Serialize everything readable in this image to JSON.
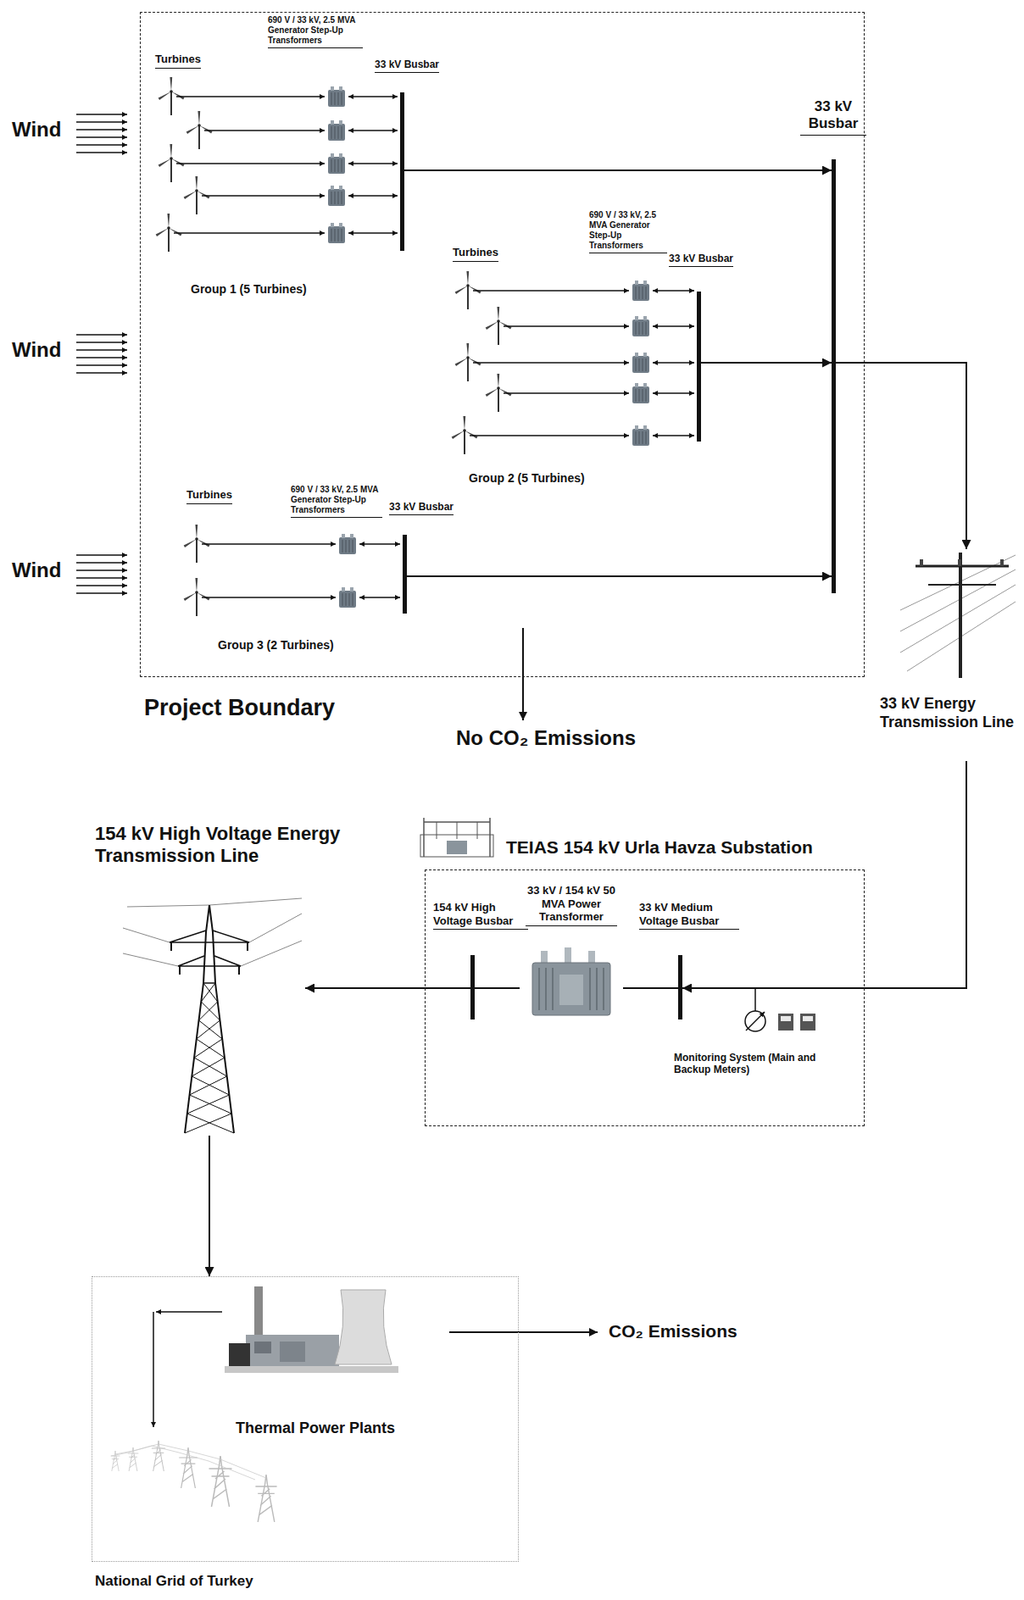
{
  "diagram": {
    "nodes": [
      {
        "text": [
          "Project Boundary"
        ]
      },
      {
        "text": [
          "33 kV Busbar"
        ],
        "in": 0
      },
      {
        "text": [
          "33 kV Busbar"
        ],
        "in": 0
      },
      {
        "text": [
          "33 kV Busbar"
        ],
        "in": 0
      },
      {
        "text": [
          "33 kV Busbar"
        ],
        "in": 0
      },
      {
        "text": [
          "33 kV Energy Transmission Line"
        ]
      },
      {
        "text": [
          "TEIAS 154 kV Urla Havza Substation"
        ]
      },
      {
        "text": [
          "154 kV High Voltage Busbar"
        ],
        "in": 6
      },
      {
        "text": [
          "33 kV / 154 kV 50 MVA Power Transformer"
        ],
        "in": 6
      },
      {
        "text": [
          "33 kV Medium Voltage Busbar"
        ],
        "in": 6
      },
      {
        "text": [
          "Monitoring System (Main and Backup Meters)"
        ],
        "in": 6
      },
      {
        "text": [
          "154 kV High Voltage Energy Transmission Line"
        ]
      },
      {
        "text": [
          "National Grid of Turkey"
        ]
      },
      {
        "text": [
          "Thermal Power Plants"
        ],
        "in": 12
      }
    ],
    "edges": [
      {
        "from": 1,
        "to": 2,
        "arrow": "to"
      },
      {
        "from": 3,
        "to": 2,
        "arrow": "to"
      },
      {
        "from": 4,
        "to": 2,
        "arrow": "to"
      },
      {
        "from": 2,
        "to": 5,
        "arrow": "to"
      },
      {
        "from": 5,
        "to": 9,
        "arrow": "to"
      },
      {
        "from": 9,
        "to": 8,
        "arrow": "none"
      },
      {
        "from": 8,
        "to": 7,
        "arrow": "none"
      },
      {
        "from": 7,
        "to": 11,
        "arrow": "to"
      },
      {
        "from": 11,
        "to": 12,
        "arrow": "to"
      }
    ],
    "labels": [
      "Wind",
      "Wind",
      "Wind",
      "Turbines",
      "690 V / 33 kV, 2.5 MVA Generator Step-Up Transformers",
      "Group 1 (5 Turbines)",
      "Turbines",
      "690 V / 33 kV, 2.5 MVA Generator Step-Up Transformers",
      "Group 2 (5 Turbines)",
      "Turbines",
      "690 V / 33 kV, 2.5 MVA Generator Step-Up Transformers",
      "Group 3 (2 Turbines)",
      "No CO₂ Emissions",
      "CO₂ Emissions"
    ]
  }
}
